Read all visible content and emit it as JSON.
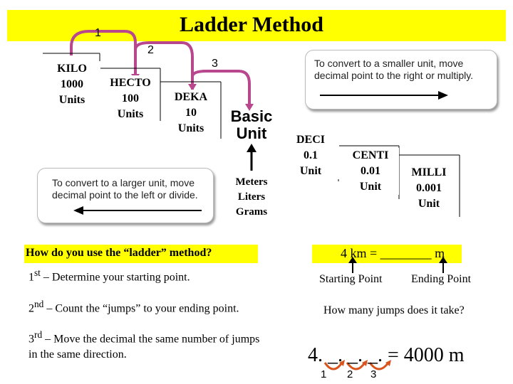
{
  "title": "Ladder Method",
  "jump_numbers": [
    "1",
    "2",
    "3"
  ],
  "steps": {
    "kilo": {
      "name": "KILO",
      "value": "1000",
      "unit": "Units"
    },
    "hecto": {
      "name": "HECTO",
      "value": "100",
      "unit": "Units"
    },
    "deka": {
      "name": "DEKA",
      "value": "10",
      "unit": "Units"
    },
    "basic": {
      "line1": "Basic",
      "line2": "Unit"
    },
    "deci": {
      "name": "DECI",
      "value": "0.1",
      "unit": "Unit"
    },
    "centi": {
      "name": "CENTI",
      "value": "0.01",
      "unit": "Unit"
    },
    "milli": {
      "name": "MILLI",
      "value": "0.001",
      "unit": "Unit"
    }
  },
  "basic_examples": [
    "Meters",
    "Liters",
    "Grams"
  ],
  "note_smaller": {
    "line1": "To convert to a smaller unit, move",
    "line2": "decimal  point to the right or multiply."
  },
  "note_larger": {
    "line1": "To convert to a larger unit, move",
    "line2": "decimal  point to the left or divide."
  },
  "question": "How do you use the “ladder” method?",
  "instructions": [
    {
      "ord": "1",
      "sup": "st",
      "text": " – Determine your starting point."
    },
    {
      "ord": "2",
      "sup": "nd",
      "text": " – Count the “jumps” to your ending point."
    },
    {
      "ord": "3",
      "sup": "rd",
      "text": " – Move the decimal the same number of jumps in the same direction."
    }
  ],
  "example": {
    "problem": "4 km = ________ m",
    "start_label": "Starting Point",
    "end_label": "Ending Point",
    "jumps_question": "How many jumps does it take?",
    "answer_start": "4.",
    "answer_blanks": "_. _. _.",
    "answer_end": "= 4000 m",
    "jump_numbers": [
      "1",
      "2",
      "3"
    ]
  },
  "colors": {
    "highlight": "#ffff00",
    "arc": "#b8478e",
    "answer_arc": "#d9541c"
  }
}
